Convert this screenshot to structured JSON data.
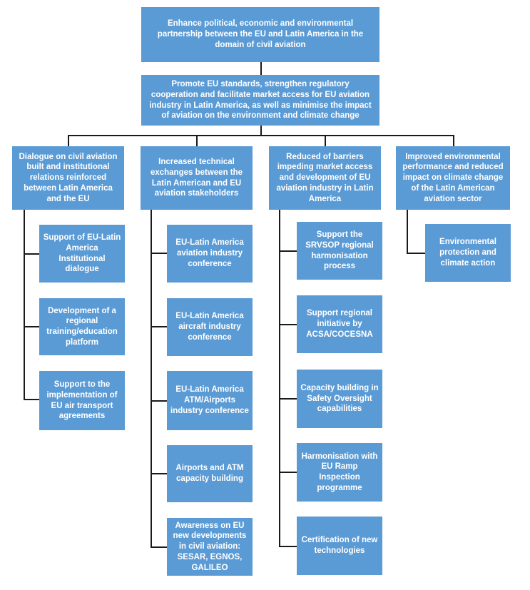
{
  "goal": "Enhance political, economic and environmental partnership between the EU and Latin America in the domain of civil aviation",
  "objective": "Promote EU standards, strengthen regulatory cooperation and facilitate market access for EU aviation industry in Latin America, as well as minimise the impact of aviation on the environment and climate change",
  "results": [
    {
      "title": "Dialogue on civil aviation built and institutional relations reinforced between Latin America and the EU",
      "activities": [
        "Support of EU-Latin America Institutional dialogue",
        "Development of a regional training/education platform",
        "Support to the implementation of EU air transport agreements"
      ]
    },
    {
      "title": "Increased technical exchanges between the Latin American and EU aviation stakeholders",
      "activities": [
        "EU-Latin America aviation industry conference",
        "EU-Latin America aircraft industry conference",
        "EU-Latin America ATM/Airports industry conference",
        "Airports and ATM capacity building",
        "Awareness on EU new developments in civil aviation: SESAR, EGNOS, GALILEO"
      ]
    },
    {
      "title": "Reduced of barriers impeding market access and development of EU aviation industry in Latin America",
      "activities": [
        "Support the SRVSOP regional harmonisation process",
        "Support regional initiative by ACSA/COCESNA",
        "Capacity building in Safety Oversight capabilities",
        "Harmonisation with EU Ramp Inspection programme",
        "Certification of new technologies"
      ]
    },
    {
      "title": "Improved environmental performance and reduced impact on climate change of the Latin American aviation sector",
      "activities": [
        "Environmental protection and climate action"
      ]
    }
  ],
  "colors": {
    "box": "#5b9bd5",
    "text": "#ffffff",
    "connector": "#1a1a1a"
  }
}
